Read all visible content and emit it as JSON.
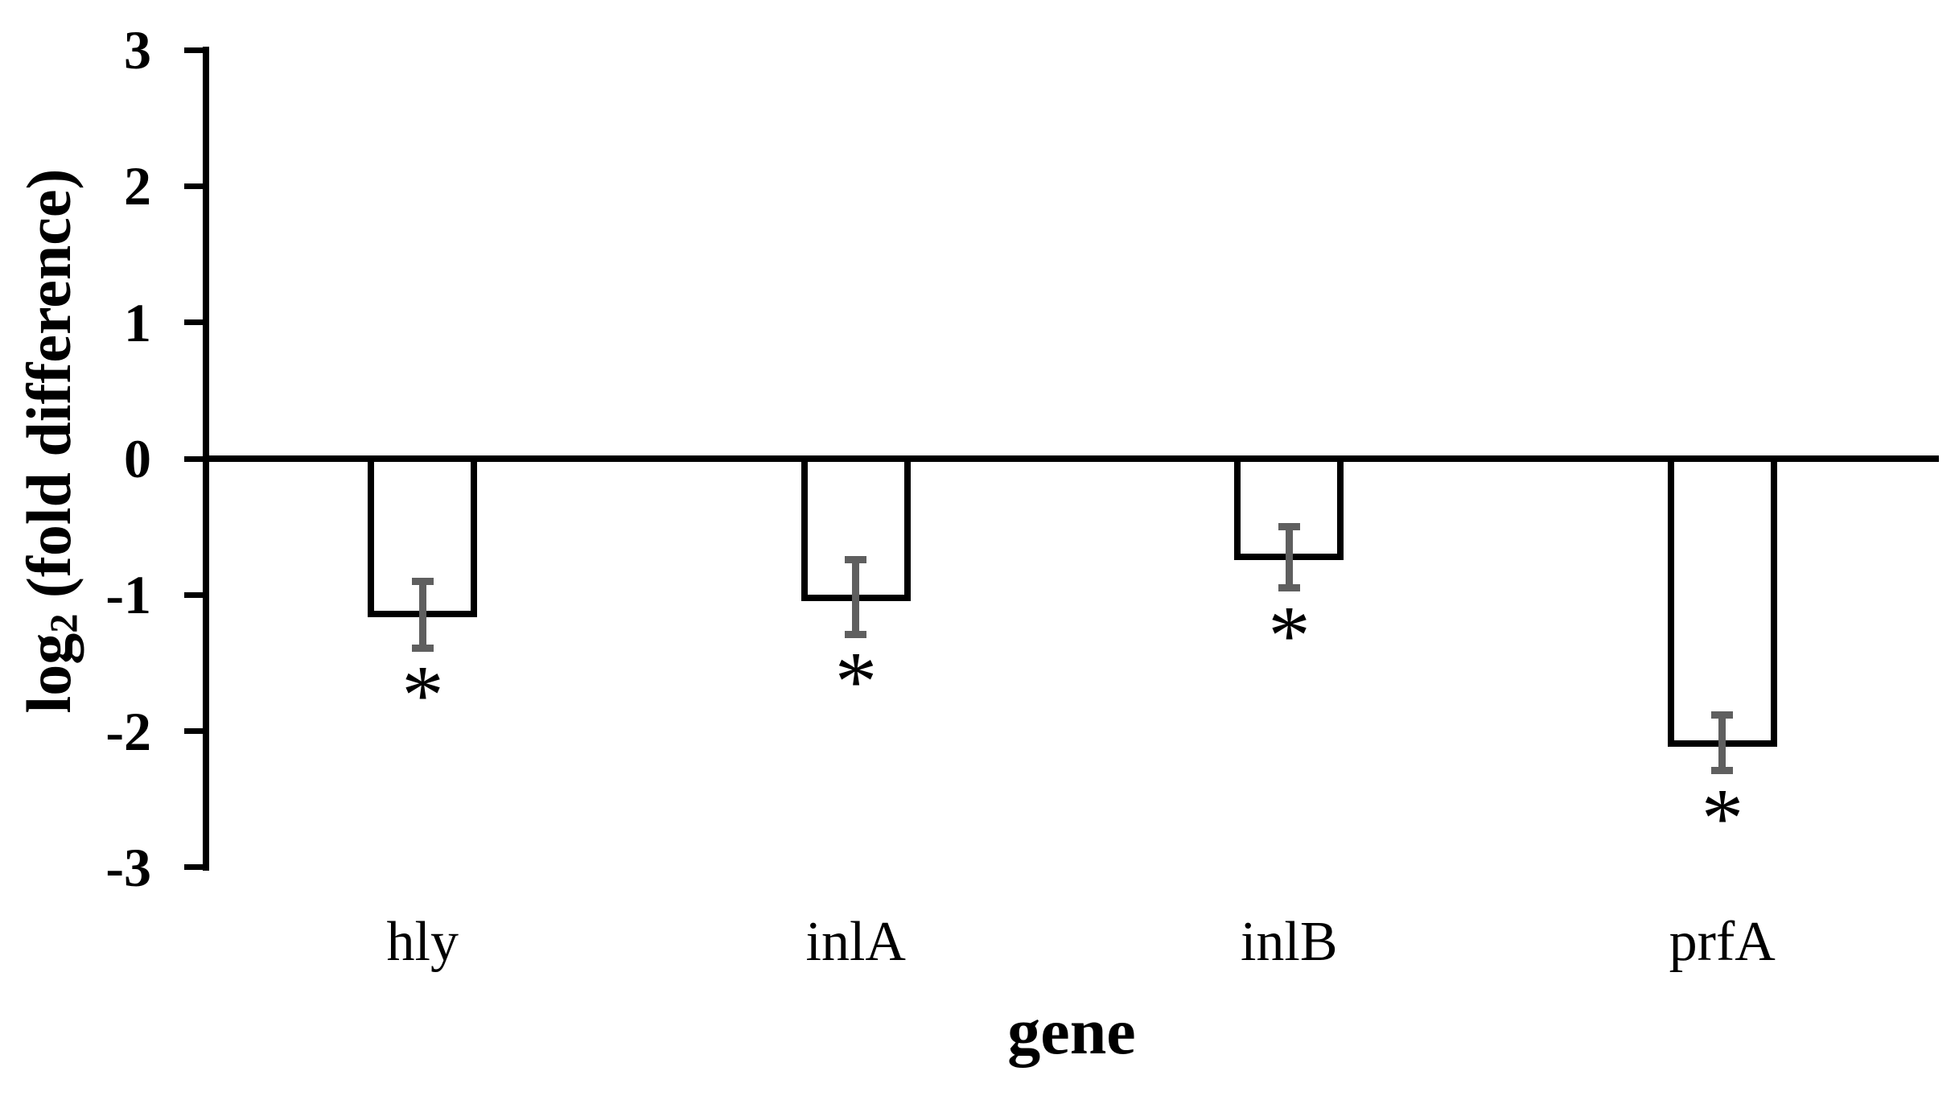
{
  "x_axis": {
    "title": "gene"
  },
  "y_axis": {
    "title_prefix": "log",
    "title_sub": "2",
    "title_suffix": " (fold difference)",
    "tick_labels": [
      "3",
      "2",
      "1",
      "0",
      "-1",
      "-2",
      "-3"
    ]
  },
  "chart_data": {
    "type": "bar",
    "title": "",
    "xlabel": "gene",
    "ylabel": "log2 (fold difference)",
    "categories": [
      "hly",
      "inlA",
      "inlB",
      "prfA"
    ],
    "values": [
      -1.14,
      -1.02,
      -0.72,
      -2.09
    ],
    "error_upper": [
      -0.9,
      -0.74,
      -0.5,
      -1.88
    ],
    "error_lower": [
      -1.39,
      -1.29,
      -0.95,
      -2.29
    ],
    "significance": [
      "*",
      "*",
      "*",
      "*"
    ],
    "ylim": [
      -3,
      3
    ],
    "yticks": [
      3,
      2,
      1,
      0,
      -1,
      -2,
      -3
    ],
    "grid": false,
    "legend": null,
    "background": "#ffffff",
    "bar_fill": "#ffffff",
    "bar_stroke": "#000000",
    "error_color": "#5f5f5f",
    "axis_color": "#000000",
    "text_color": "#000000"
  }
}
